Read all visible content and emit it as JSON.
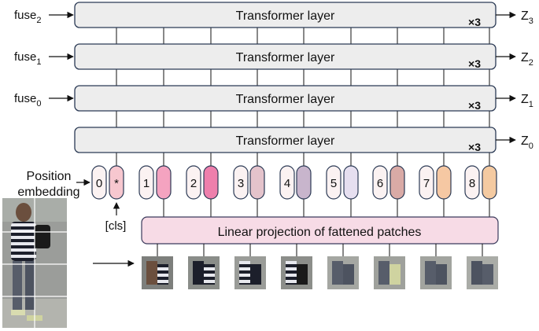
{
  "layers": [
    {
      "label": "Transformer layer",
      "repeat": "×3",
      "fuse_base": "fuse",
      "fuse_sub": "2",
      "out_base": "Z",
      "out_sub": "3"
    },
    {
      "label": "Transformer layer",
      "repeat": "×3",
      "fuse_base": "fuse",
      "fuse_sub": "1",
      "out_base": "Z",
      "out_sub": "2"
    },
    {
      "label": "Transformer layer",
      "repeat": "×3",
      "fuse_base": "fuse",
      "fuse_sub": "0",
      "out_base": "Z",
      "out_sub": "1"
    },
    {
      "label": "Transformer layer",
      "repeat": "×3",
      "fuse_base": "",
      "fuse_sub": "",
      "out_base": "Z",
      "out_sub": "0"
    }
  ],
  "position_embedding": {
    "line1": "Position",
    "line2": "embedding"
  },
  "tokens": [
    {
      "id": "0",
      "color": "#fbe8ec"
    },
    {
      "id": "*",
      "color": "#f7c7cf"
    },
    {
      "id": "1",
      "color": "#f4a3c0"
    },
    {
      "id": "2",
      "color": "#ee7fac"
    },
    {
      "id": "3",
      "color": "#e4c3cb"
    },
    {
      "id": "4",
      "color": "#c8b5cc"
    },
    {
      "id": "5",
      "color": "#e6dff0"
    },
    {
      "id": "6",
      "color": "#d9aaa6"
    },
    {
      "id": "7",
      "color": "#f6c8a3"
    },
    {
      "id": "8",
      "color": "#f4caa1"
    }
  ],
  "cls_label": "[cls]",
  "projection_label": "Linear projection of fattened patches",
  "colors": {
    "layer_fill": "#ededed",
    "layer_stroke": "#2b3a55",
    "projection_fill": "#f7dbe6",
    "projection_stroke": "#3b3b5c",
    "embed_fill": "#fbf2f2"
  }
}
